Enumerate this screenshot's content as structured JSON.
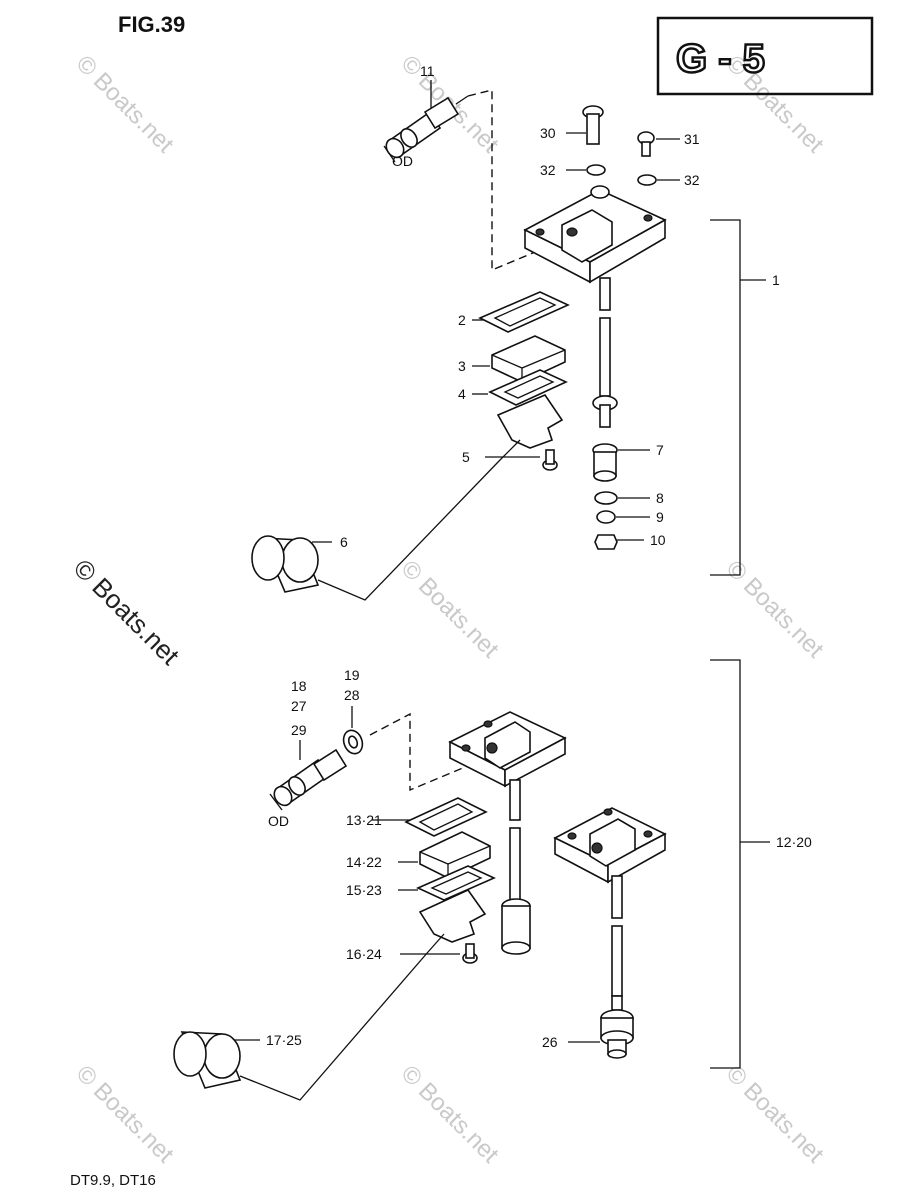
{
  "figure": {
    "title": "FIG.39",
    "reference": "G - 5",
    "footer": "DT9.9,  DT16",
    "watermark": "© Boats.net"
  },
  "labels": {
    "p1": "1",
    "p2": "2",
    "p3": "3",
    "p4": "4",
    "p5": "5",
    "p6": "6",
    "p7": "7",
    "p8": "8",
    "p9": "9",
    "p10": "10",
    "p11": "11",
    "p30": "30",
    "p31": "31",
    "p32a": "32",
    "p32b": "32",
    "od1": "OD",
    "p18": "18",
    "p27": "27",
    "p29": "29",
    "p19": "19",
    "p28": "28",
    "od2": "OD",
    "p13_21": "13·21",
    "p14_22": "14·22",
    "p15_23": "15·23",
    "p16_24": "16·24",
    "p17_25": "17·25",
    "p12_20": "12·20",
    "p26": "26"
  }
}
